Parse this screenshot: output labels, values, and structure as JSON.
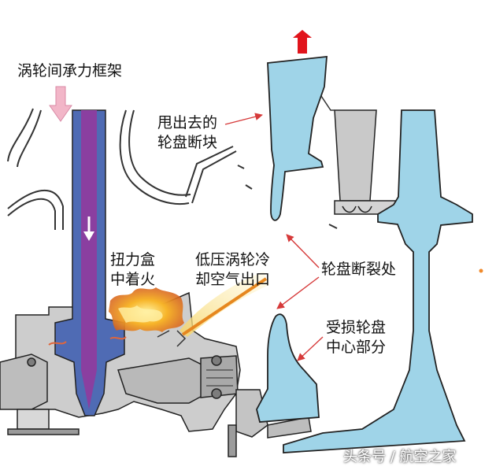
{
  "labels": {
    "frame": "涡轮间承力框架",
    "flung_fragment": [
      "甩出去的",
      "轮盘断块"
    ],
    "torque_box_fire": [
      "扭力盒",
      "中着火"
    ],
    "lpt_cooling_outlet": [
      "低压涡轮冷",
      "却空气出口"
    ],
    "disk_fracture": "轮盘断裂处",
    "damaged_disk_center": [
      "受损轮盘",
      "中心部分"
    ]
  },
  "watermark": "头条号 / 航空之家",
  "colors": {
    "disk_blue": "#9fd4e8",
    "outline": "#222222",
    "frame_purple": "#8a3fa0",
    "frame_blue": "#4f6bb4",
    "casing_gray": "#c9c9c9",
    "arrow_red": "#e1141b",
    "fire_orange": "#f39a1b",
    "cooling_yellow": "#f4c94a",
    "pointer_red": "#d63a3a",
    "down_arrow_pink": "#f2b6c8"
  }
}
